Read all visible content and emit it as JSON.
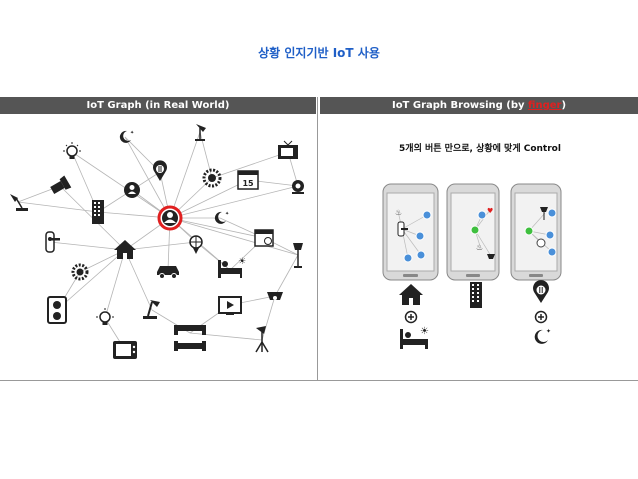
{
  "title": "상황 인지기반 IoT 사용",
  "left_panel": {
    "header": "IoT Graph (in Real World)"
  },
  "right_panel": {
    "header_prefix": "IoT Graph Browsing (by ",
    "header_highlight": "finger",
    "header_suffix": ")",
    "subtitle": "5개의 버튼 만으로, 상황에 맞게 Control",
    "calendar_number": "15"
  },
  "colors": {
    "title": "#1f5fc7",
    "header_bg": "#555555",
    "user_ring": "#e02020",
    "phone_icon": "#4a90d9"
  }
}
